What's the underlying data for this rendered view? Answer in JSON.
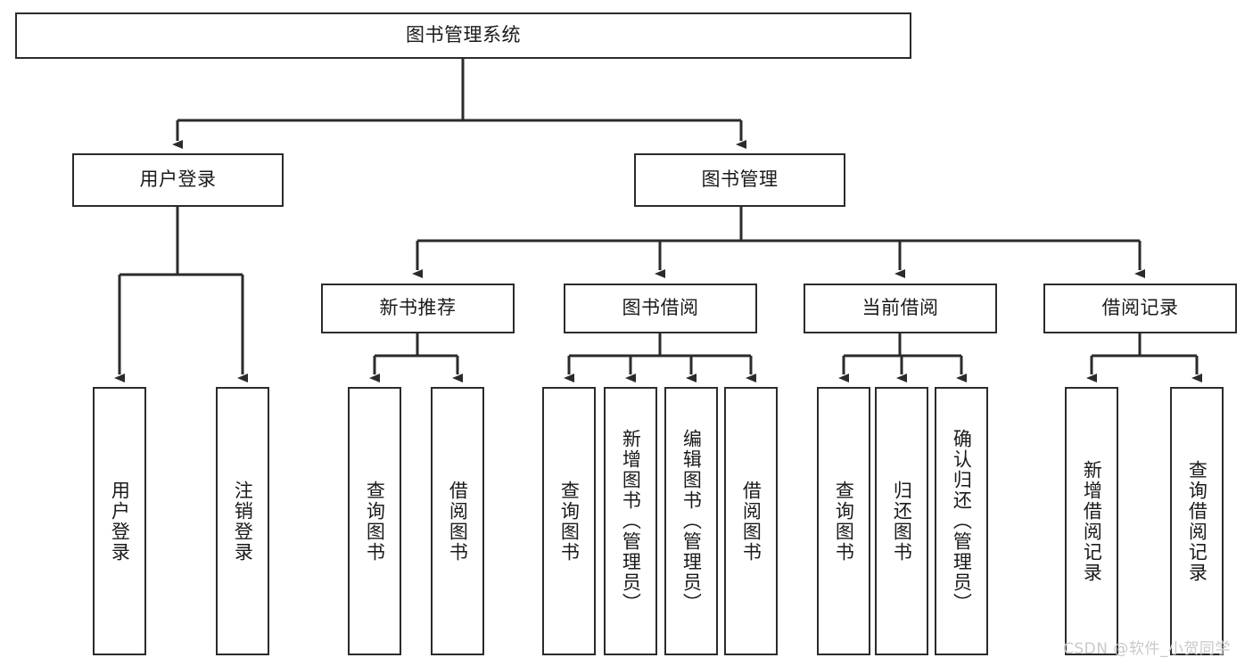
{
  "diagram": {
    "type": "tree",
    "title": "图书管理系统",
    "root": {
      "label": "图书管理系统"
    },
    "level1": [
      {
        "label": "用户登录"
      },
      {
        "label": "图书管理"
      }
    ],
    "level2": [
      {
        "label": "新书推荐"
      },
      {
        "label": "图书借阅"
      },
      {
        "label": "当前借阅"
      },
      {
        "label": "借阅记录"
      }
    ],
    "leaves": {
      "user_login": [
        {
          "label": "用户登录"
        },
        {
          "label": "注销登录"
        }
      ],
      "new_book_recommend": [
        {
          "label": "查询图书"
        },
        {
          "label": "借阅图书"
        }
      ],
      "book_borrow": [
        {
          "label": "查询图书"
        },
        {
          "label": "新增图书（管理员）"
        },
        {
          "label": "编辑图书（管理员）"
        },
        {
          "label": "借阅图书"
        }
      ],
      "current_borrow": [
        {
          "label": "查询图书"
        },
        {
          "label": "归还图书"
        },
        {
          "label": "确认归还（管理员）"
        }
      ],
      "borrow_record": [
        {
          "label": "新增借阅记录"
        },
        {
          "label": "查询借阅记录"
        }
      ]
    }
  },
  "watermark": {
    "text": "CSDN @软件_小贺同学"
  },
  "colors": {
    "background": "#ffffff",
    "node_border": "#2b2b2b",
    "node_fill": "#ffffff",
    "edge": "#2b2b2b",
    "text": "#1a1a1a",
    "watermark": "#c9c9c9"
  }
}
